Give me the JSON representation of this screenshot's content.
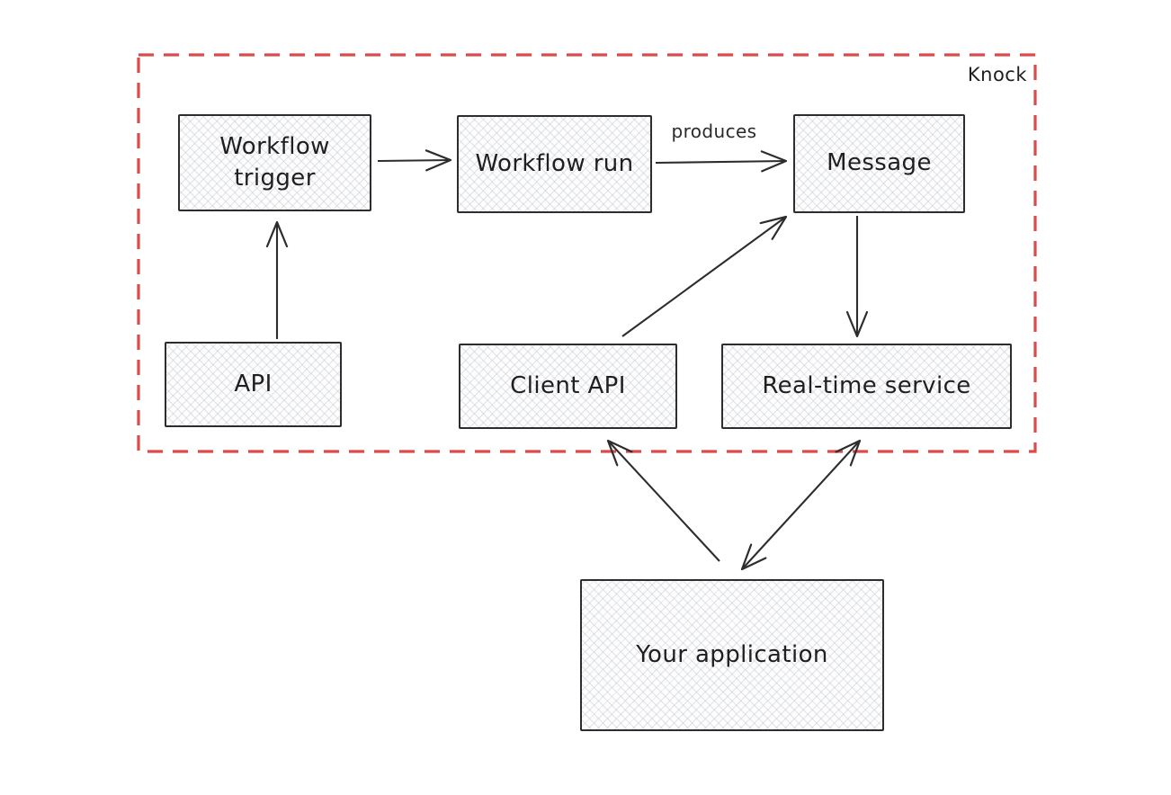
{
  "diagram": {
    "type": "flowchart",
    "theme": {
      "background": "#ffffff",
      "node_stroke": "#2d2d2d",
      "node_fill_pattern": "cross-hatch",
      "node_fill_color": "#fdfdfe",
      "arrow_color": "#2d2d2d",
      "boundary_color": "#db4b4b",
      "boundary_style": "dashed"
    },
    "boundary": {
      "label": "Knock"
    },
    "nodes": [
      {
        "id": "workflow-trigger",
        "label": "Workflow trigger",
        "inside_boundary": true
      },
      {
        "id": "workflow-run",
        "label": "Workflow run",
        "inside_boundary": true
      },
      {
        "id": "message",
        "label": "Message",
        "inside_boundary": true
      },
      {
        "id": "api",
        "label": "API",
        "inside_boundary": true
      },
      {
        "id": "client-api",
        "label": "Client API",
        "inside_boundary": true
      },
      {
        "id": "real-time-service",
        "label": "Real-time service",
        "inside_boundary": true
      },
      {
        "id": "your-application",
        "label": "Your application",
        "inside_boundary": false
      }
    ],
    "edges": [
      {
        "from": "workflow-trigger",
        "to": "workflow-run",
        "label": "",
        "direction": "one-way"
      },
      {
        "from": "workflow-run",
        "to": "message",
        "label": "produces",
        "direction": "one-way"
      },
      {
        "from": "api",
        "to": "workflow-trigger",
        "label": "",
        "direction": "one-way"
      },
      {
        "from": "client-api",
        "to": "message",
        "label": "",
        "direction": "one-way"
      },
      {
        "from": "message",
        "to": "real-time-service",
        "label": "",
        "direction": "one-way"
      },
      {
        "from": "your-application",
        "to": "client-api",
        "label": "",
        "direction": "one-way"
      },
      {
        "from": "your-application",
        "to": "real-time-service",
        "label": "",
        "direction": "two-way"
      }
    ]
  }
}
